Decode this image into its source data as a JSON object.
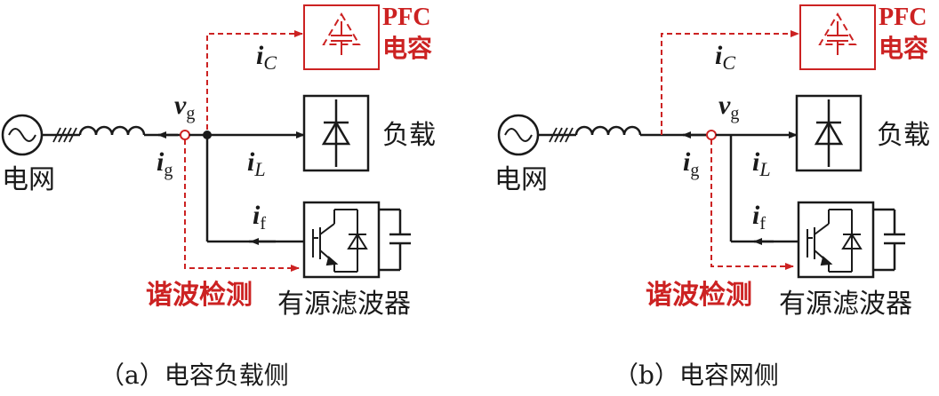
{
  "panels": [
    {
      "grid": "电网",
      "pfc_line1": "PFC",
      "pfc_line2": "电容",
      "load": "负载",
      "filter": "有源滤波器",
      "detect": "谐波检测",
      "caption": "（a）电容负载侧",
      "v_sym": "v",
      "v_sub": "g",
      "ig_sym": "i",
      "ig_sub": "g",
      "ic_sym": "i",
      "ic_sub": "C",
      "il_sym": "i",
      "il_sub": "L",
      "if_sym": "i",
      "if_sub": "f"
    },
    {
      "grid": "电网",
      "pfc_line1": "PFC",
      "pfc_line2": "电容",
      "load": "负载",
      "filter": "有源滤波器",
      "detect": "谐波检测",
      "caption": "（b）电容网侧",
      "v_sym": "v",
      "v_sub": "g",
      "ig_sym": "i",
      "ig_sub": "g",
      "ic_sym": "i",
      "ic_sub": "C",
      "il_sym": "i",
      "il_sub": "L",
      "if_sym": "i",
      "if_sub": "f"
    }
  ],
  "colors": {
    "wire": "#1a1a1a",
    "highlight": "#cc2222"
  }
}
